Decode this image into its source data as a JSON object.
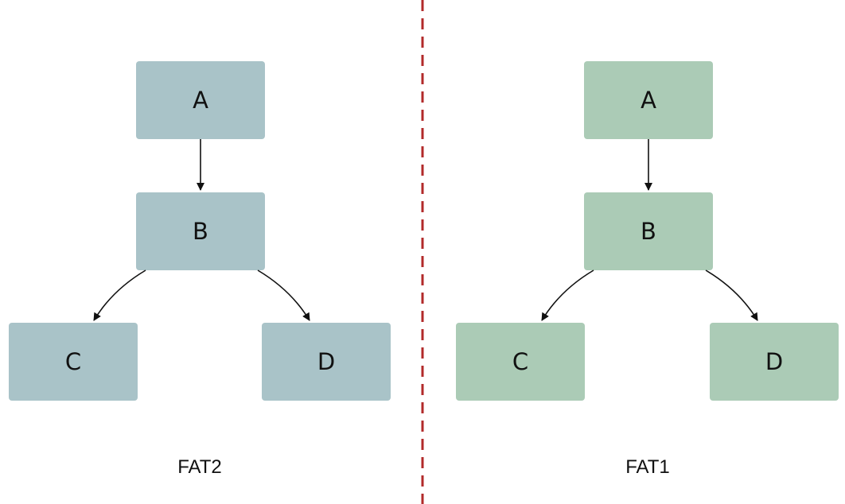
{
  "colors": {
    "left_fill": "#a9c3c8",
    "right_fill": "#abcbb6",
    "divider": "#b22a2a",
    "edge": "#111111"
  },
  "panels": {
    "left": {
      "caption": "FAT2",
      "nodes": {
        "a": "A",
        "b": "B",
        "c": "C",
        "d": "D"
      }
    },
    "right": {
      "caption": "FAT1",
      "nodes": {
        "a": "A",
        "b": "B",
        "c": "C",
        "d": "D"
      }
    }
  },
  "edges": [
    {
      "from": "A",
      "to": "B"
    },
    {
      "from": "B",
      "to": "C"
    },
    {
      "from": "B",
      "to": "D"
    }
  ]
}
